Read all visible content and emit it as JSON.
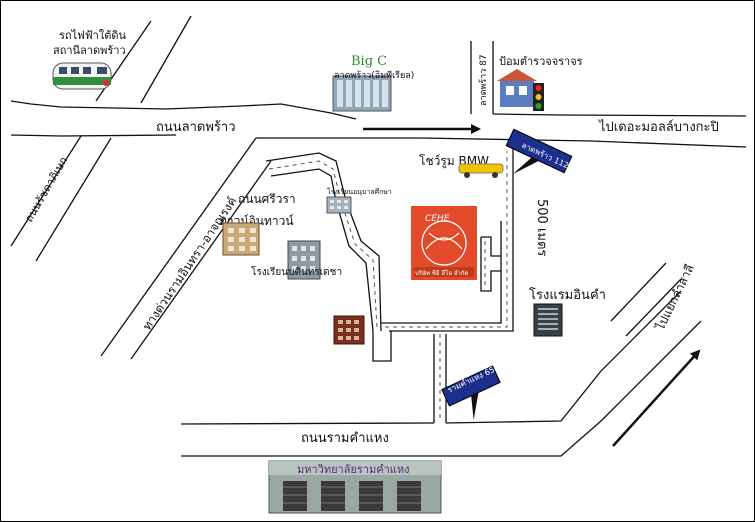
{
  "labels": {
    "mrt_line1": "รถไฟฟ้าใต้ดิน",
    "mrt_line2": "สถานีลาดพร้าว",
    "bigc_brand": "Big C",
    "bigc_sub": "ลาดพร้าว(อิมพีเรียล)",
    "soi87": "ลาดพร้าว 87",
    "police": "ป้อมตำรวจจราจร",
    "road_ladprao": "ถนนลาดพร้าว",
    "to_bangkapi": "ไปเดอะมอลล์บางกะปิ",
    "road_ratchada": "ถนนรัชดาภิเษก",
    "expressway": "ทางด่วนรามอินทรา-อาจณรงค์",
    "bmw": "โชว์รูม BMW",
    "soi112": "ลาดพร้าว 112",
    "dist500": "500 เมตร",
    "road_sriwara": "ถนนศรีวรา",
    "ta_ching": "ทาวน์อินทาวน์",
    "school": "โรงเรียนบดินทรเดชา",
    "school2": "โรงเรียนอนุบาลศึกษา",
    "hotel": "โรงแรมอินคำ",
    "to_lamsali": "ไปแยกลำสาลี",
    "soi65": "รามคำแหง 65",
    "road_ramkhamhaeng": "ถนนรามคำแหง",
    "university": "มหาวิทยาลัยรามคำแหง",
    "logo_text": "CEHE",
    "logo_caption": "บริษัท ซีอี ฮีโอ จำกัด"
  },
  "colors": {
    "road_line": "#111111",
    "sign_blue": "#1c2f8c",
    "logo_red": "#e24a2a",
    "bigc_green": "#2e8b2e",
    "building_gray": "#7d8a93",
    "brick": "#7a2e1e"
  },
  "icons": [
    "train-icon",
    "bigc-building-icon",
    "police-booth-icon",
    "traffic-light-icon",
    "taxi-icon",
    "signpost-icon",
    "office-building-icon",
    "brick-building-icon",
    "hotel-building-icon",
    "university-building-icon",
    "company-logo-icon"
  ]
}
